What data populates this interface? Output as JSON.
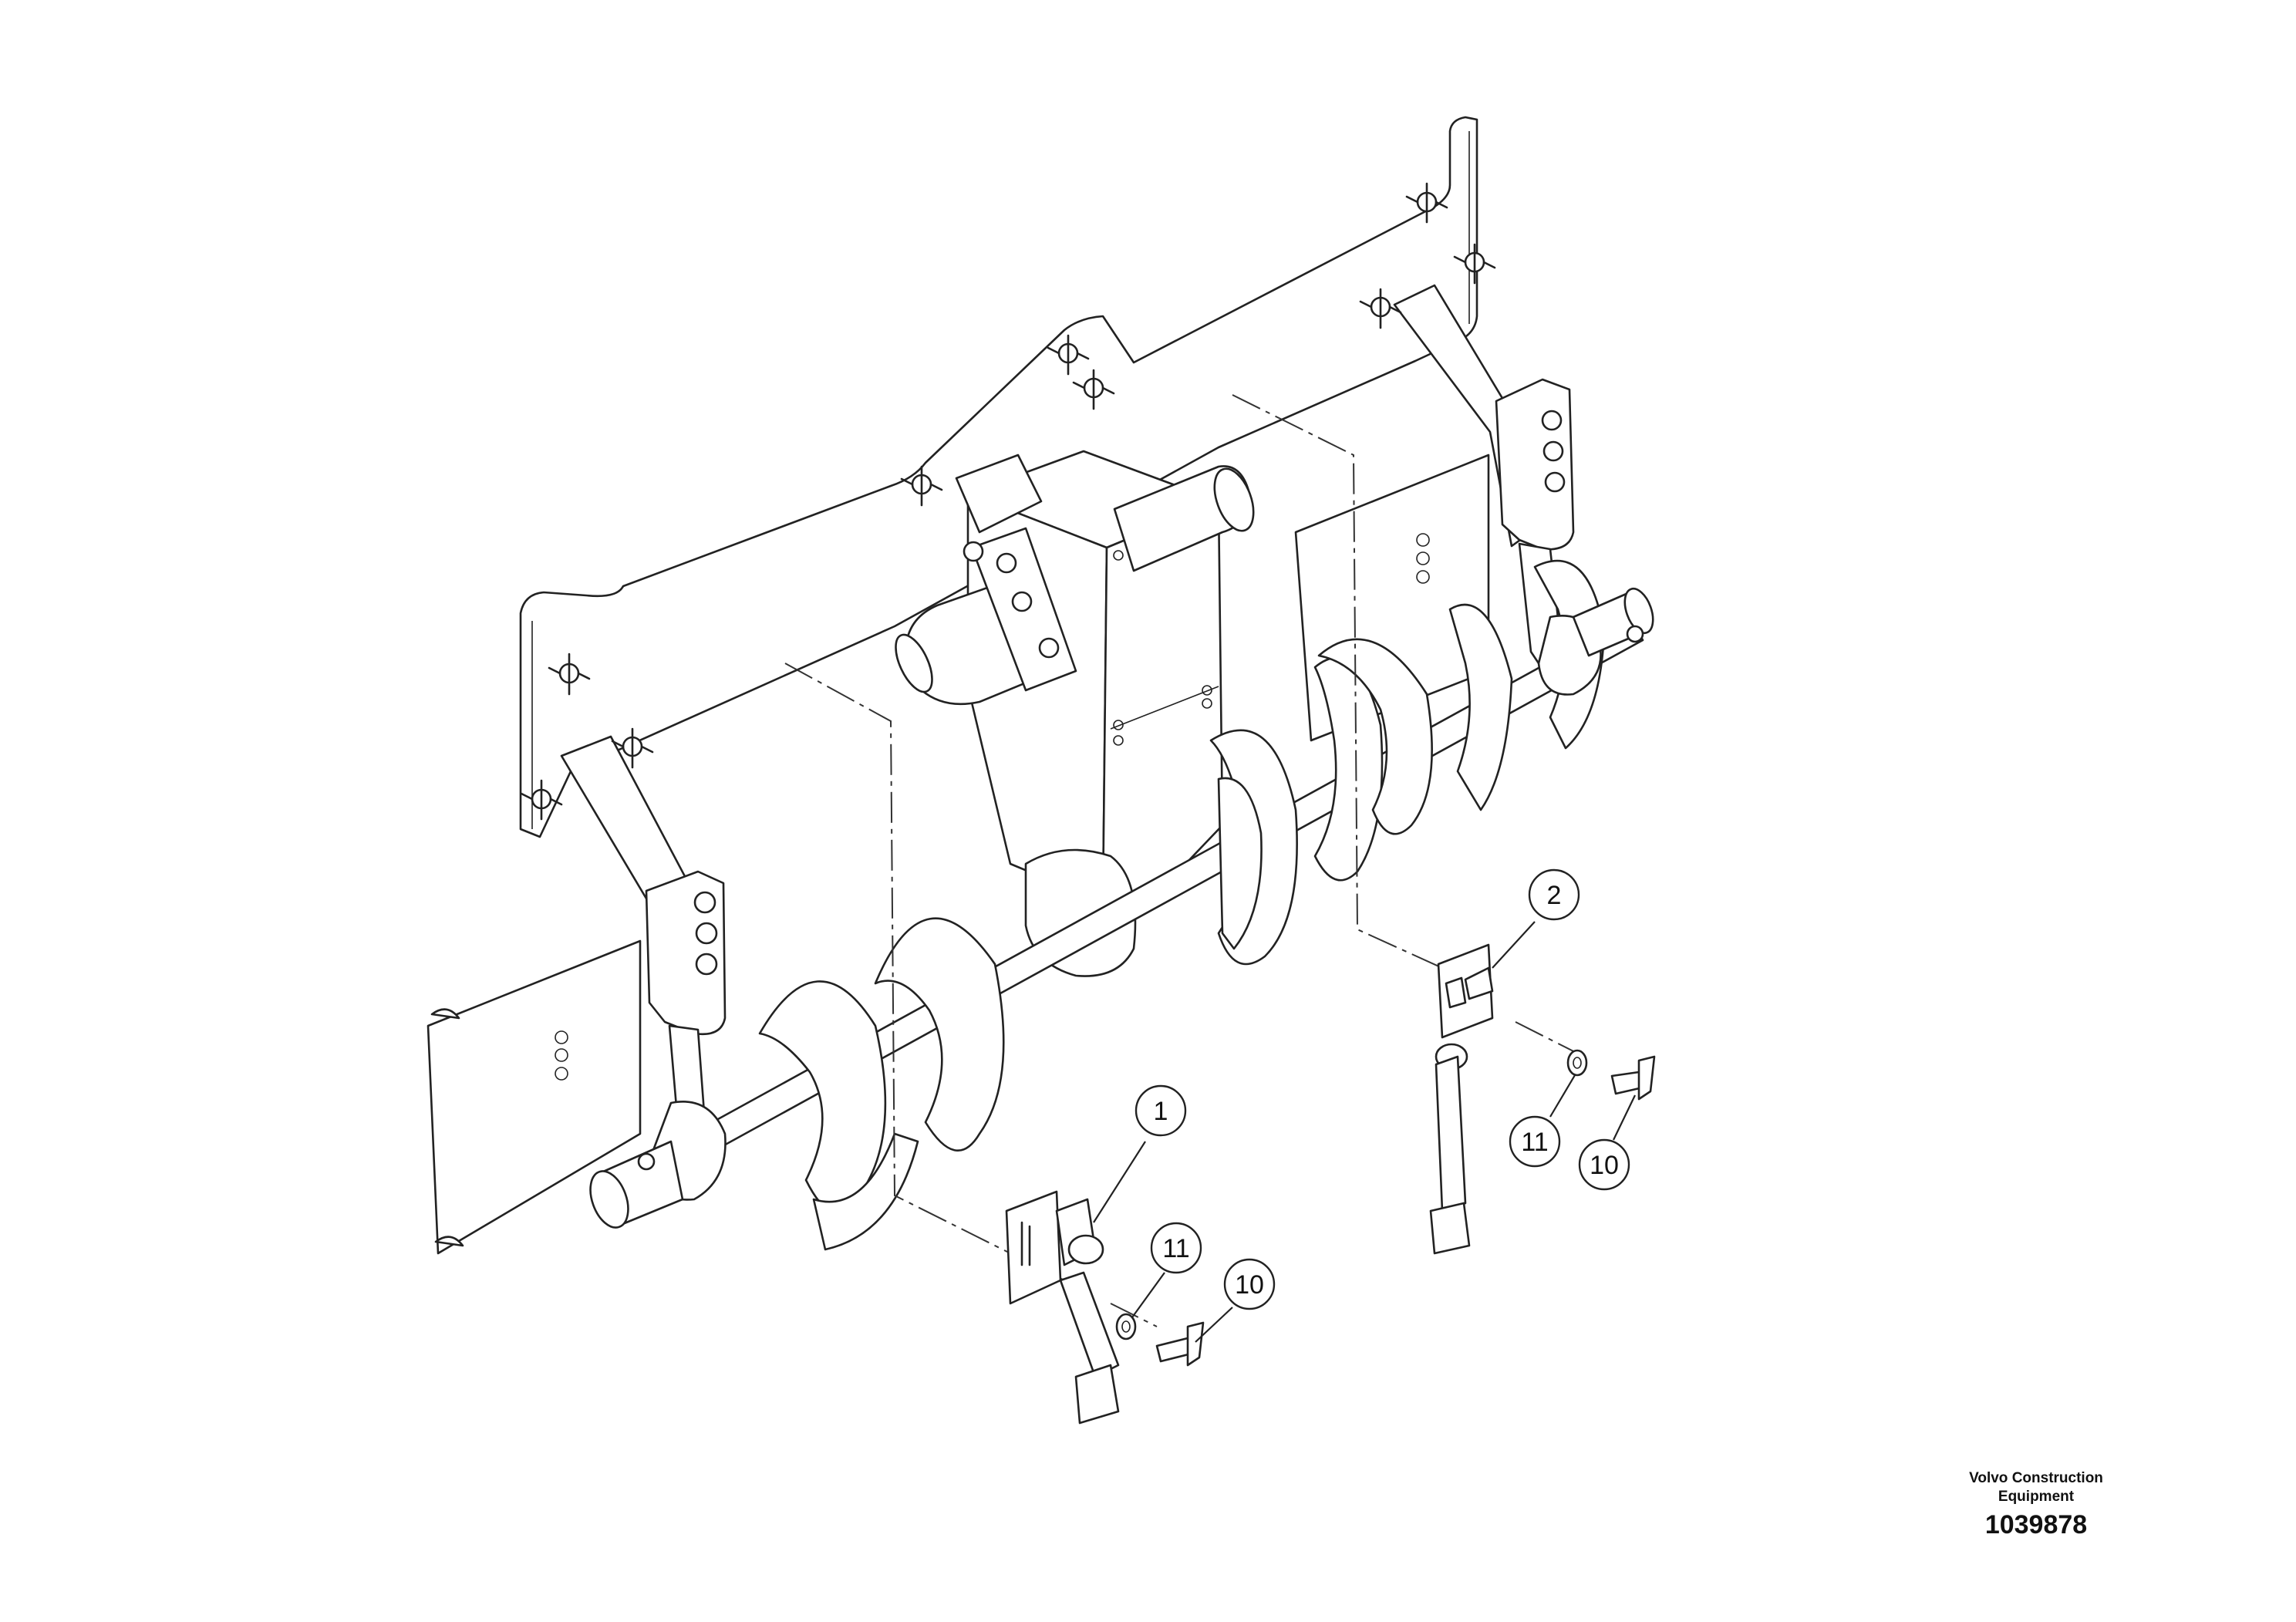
{
  "callouts": {
    "part_1": "1",
    "part_2": "2",
    "part_10_lower": "10",
    "part_11_lower": "11",
    "part_10_upper": "10",
    "part_11_upper": "11"
  },
  "title_block": {
    "brand_line_1": "Volvo Construction",
    "brand_line_2": "Equipment",
    "drawing_number": "1039878"
  }
}
